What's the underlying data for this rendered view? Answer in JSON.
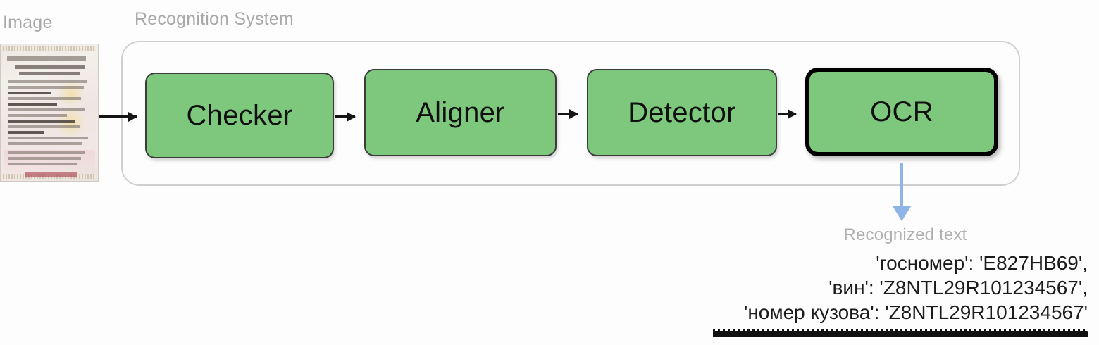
{
  "captions": {
    "image": "Image",
    "system": "Recognition System",
    "output": "Recognized text"
  },
  "pipeline": {
    "stages": [
      {
        "label": "Checker",
        "emphasis": false
      },
      {
        "label": "Aligner",
        "emphasis": false
      },
      {
        "label": "Detector",
        "emphasis": false
      },
      {
        "label": "OCR",
        "emphasis": true
      }
    ]
  },
  "output": {
    "lines": [
      "'госномер': 'E827HB69',",
      "'вин': 'Z8NTL29R101234567',",
      "'номер кузова': 'Z8NTL29R101234567'"
    ]
  },
  "colors": {
    "stage_fill": "#7ec87e",
    "stage_border": "#3c3c3c",
    "emphasis_border": "#000000",
    "container_border": "#cfcfcf",
    "caption_text": "#a8a8a8",
    "output_arrow": "#8fb4e8",
    "connector_arrow": "#151515",
    "output_text": "#1b1b1b"
  }
}
